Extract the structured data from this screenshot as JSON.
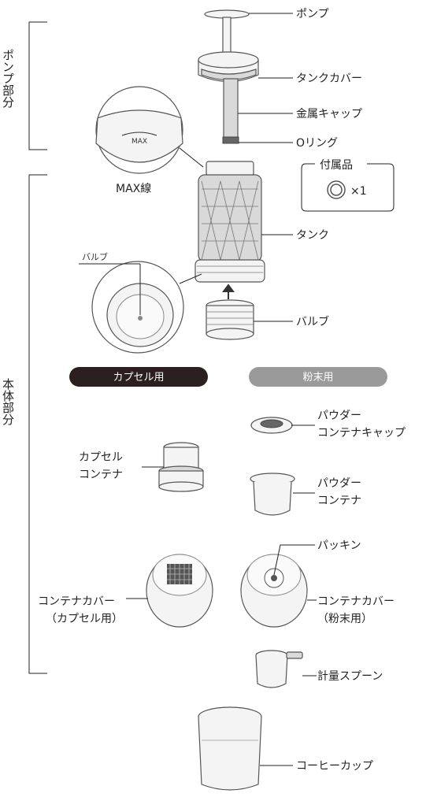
{
  "sections": {
    "pump": "ポンプ部分",
    "body": "本体部分"
  },
  "labels": {
    "pump": "ポンプ",
    "tank_cover": "タンクカバー",
    "metal_cap": "金属キャップ",
    "o_ring": "Oリング",
    "max_line": "MAX線",
    "max_mark": "MAX",
    "tank": "タンク",
    "valve": "バルブ",
    "valve_inset": "バルブ",
    "accessory_title": "付属品",
    "accessory_qty": "×1",
    "powder_cap_1": "パウダー",
    "powder_cap_2": "コンテナキャップ",
    "capsule_container_1": "カプセル",
    "capsule_container_2": "コンテナ",
    "powder_container_1": "パウダー",
    "powder_container_2": "コンテナ",
    "packing": "パッキン",
    "cc_capsule_1": "コンテナカバー",
    "cc_capsule_2": "（カプセル用）",
    "cc_powder_1": "コンテナカバー",
    "cc_powder_2": "（粉末用）",
    "spoon": "計量スプーン",
    "cup": "コーヒーカップ"
  },
  "pills": {
    "capsule": "カプセル用",
    "powder": "粉末用"
  },
  "colors": {
    "pill_capsule": "#2b1f1f",
    "pill_powder": "#9a9a9a"
  }
}
